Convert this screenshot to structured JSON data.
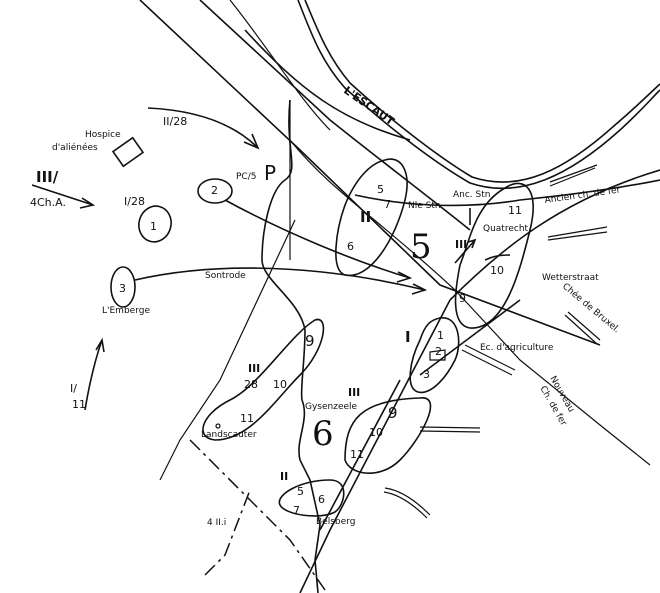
{
  "labels": {
    "river": "L'ESCAUT",
    "hospice_1": "Hospice",
    "hospice_2": "d'aliénées",
    "unit_iii_4cha_top": "III/",
    "unit_iii_4cha_bottom": "4Ch.A.",
    "unit_ii_28": "II/28",
    "unit_i_28": "I/28",
    "pc": "PC/5",
    "pc_mark": "P",
    "sontrode": "Sontrode",
    "emberge": "L'Emberge",
    "unit_i_11_top": "I/",
    "unit_i_11_bottom": "11",
    "new_station": "Nle Stn",
    "old_station": "Anc. Stn",
    "old_railway": "Ancien ch. de fer",
    "quatrecht": "Quatrecht",
    "wetterstraat": "Wetterstraat",
    "chaussee": "Chée de Bruxel.",
    "agriculture": "Ec. d'agriculture",
    "new_railway_1": "Nouveau",
    "new_railway_2": "Ch. de fer",
    "unit_iii_28_top": "III",
    "unit_iii_28_bottom": "28",
    "landscauter": "Landscauter",
    "gysenzeele": "Gysenzeele",
    "belsberg": "Belsberg",
    "unit_4ii": "4 II.i",
    "sector_5": "5",
    "sector_6": "6",
    "bn_ii_north": "II",
    "bn_iii_east": "III",
    "bn_i": "I",
    "bn_iii_south": "III",
    "bn_ii_south": "II"
  },
  "positions": {
    "p1": "1",
    "p2": "2",
    "p3": "3",
    "n5": "5",
    "n7": "7",
    "n6": "6",
    "e11": "11",
    "e10": "10",
    "e9": "9",
    "i1": "1",
    "i2": "2",
    "i3": "3",
    "w9": "9",
    "w10": "10",
    "w11": "11",
    "s9": "9",
    "s10": "10",
    "s11": "11",
    "b5": "5",
    "b6": "6",
    "b7": "7"
  }
}
